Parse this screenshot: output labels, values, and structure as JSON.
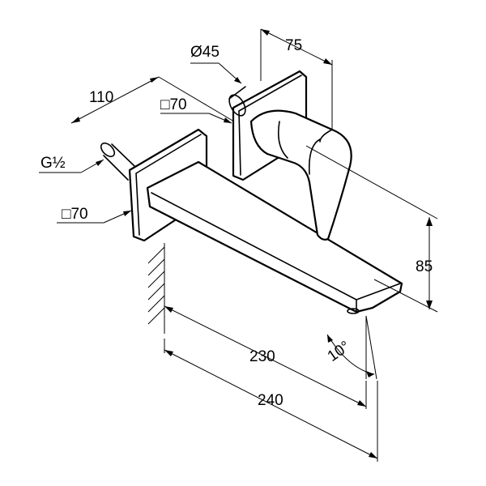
{
  "dimensions": {
    "diameter_rosette": "Ø45",
    "depth_lever": "75",
    "projection_rear": "110",
    "square_rosette_upper": "□70",
    "thread": "G½",
    "square_rosette_lower": "□70",
    "height": "85",
    "spout_angle": "10°",
    "spout_inner": "230",
    "spout_total": "240"
  }
}
